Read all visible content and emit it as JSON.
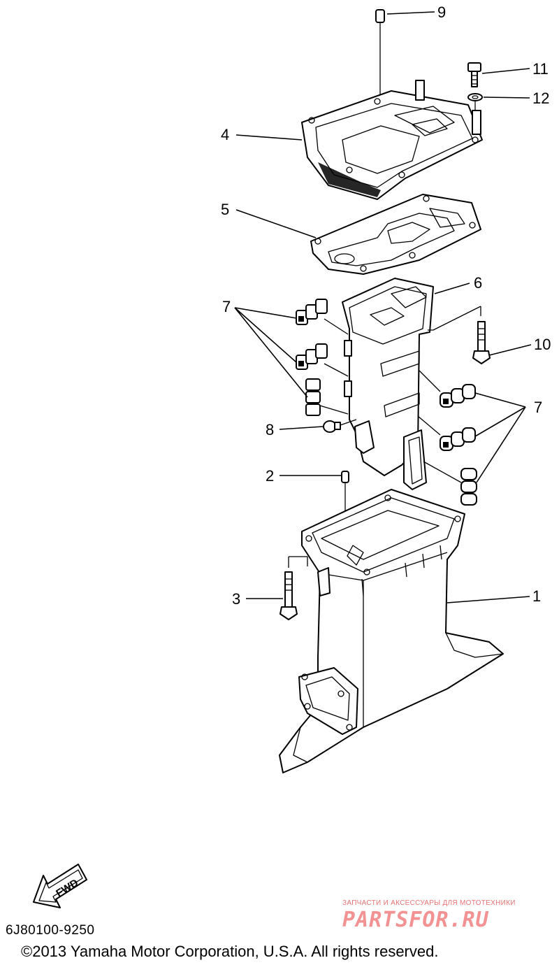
{
  "callouts": {
    "c1": "1",
    "c2": "2",
    "c3": "3",
    "c4": "4",
    "c5": "5",
    "c6": "6",
    "c7a": "7",
    "c7b": "7",
    "c8": "8",
    "c9": "9",
    "c10": "10",
    "c11": "11",
    "c12": "12"
  },
  "fwd_label": "FWD",
  "part_code": "6J80100-9250",
  "copyright": "©2013 Yamaha Motor Corporation, U.S.A. All rights reserved.",
  "watermark": {
    "tagline": "ЗАПЧАСТИ И АКСЕССУАРЫ ДЛЯ МОТОТЕХНИКИ",
    "brand": "PARTSFOR.RU",
    "color": "#f08080"
  }
}
